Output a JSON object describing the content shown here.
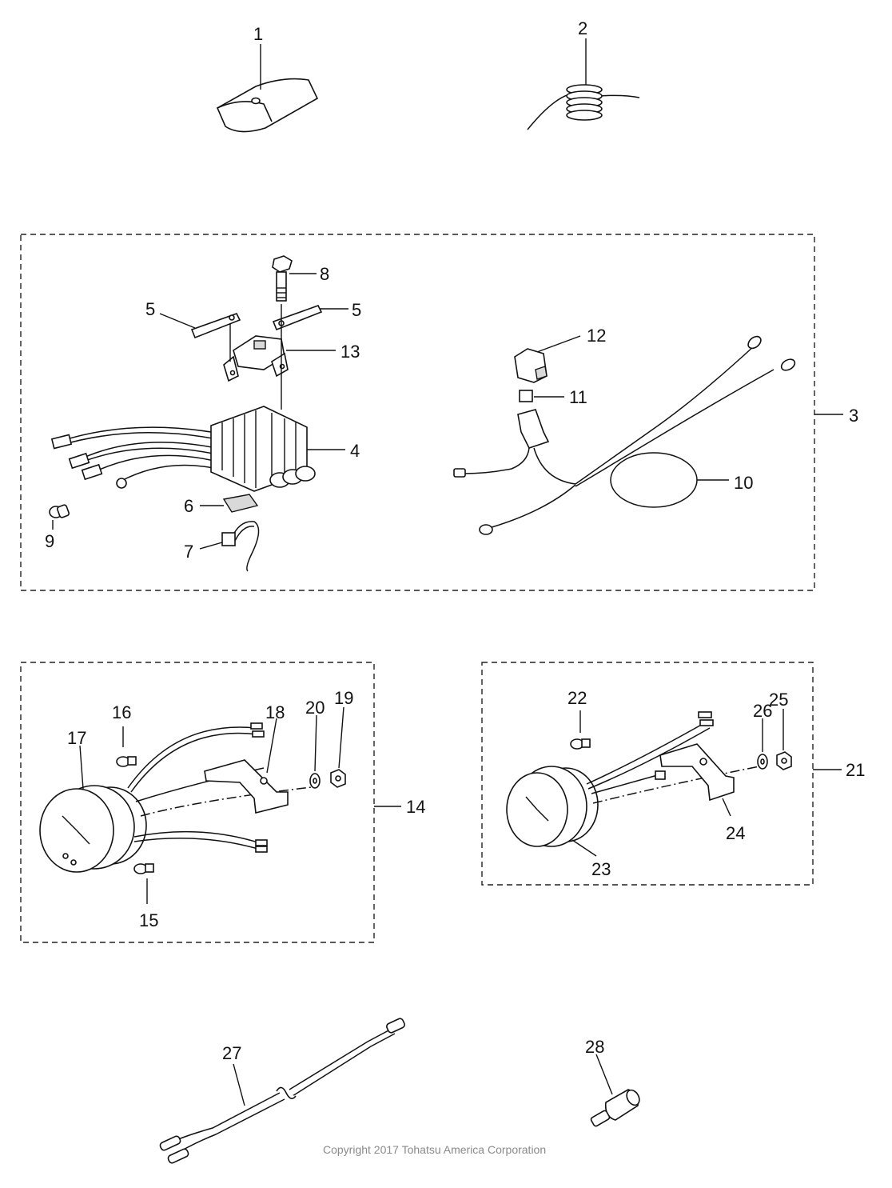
{
  "callouts": {
    "c1": "1",
    "c2": "2",
    "c3": "3",
    "c4": "4",
    "c5a": "5",
    "c5b": "5",
    "c6": "6",
    "c7": "7",
    "c8": "8",
    "c9": "9",
    "c10": "10",
    "c11": "11",
    "c12": "12",
    "c13": "13",
    "c14": "14",
    "c15": "15",
    "c16": "16",
    "c17": "17",
    "c18": "18",
    "c19": "19",
    "c20": "20",
    "c21": "21",
    "c22": "22",
    "c23": "23",
    "c24": "24",
    "c25": "25",
    "c26": "26",
    "c27": "27",
    "c28": "28"
  },
  "copyright": "Copyright 2017 Tohatsu America Corporation"
}
